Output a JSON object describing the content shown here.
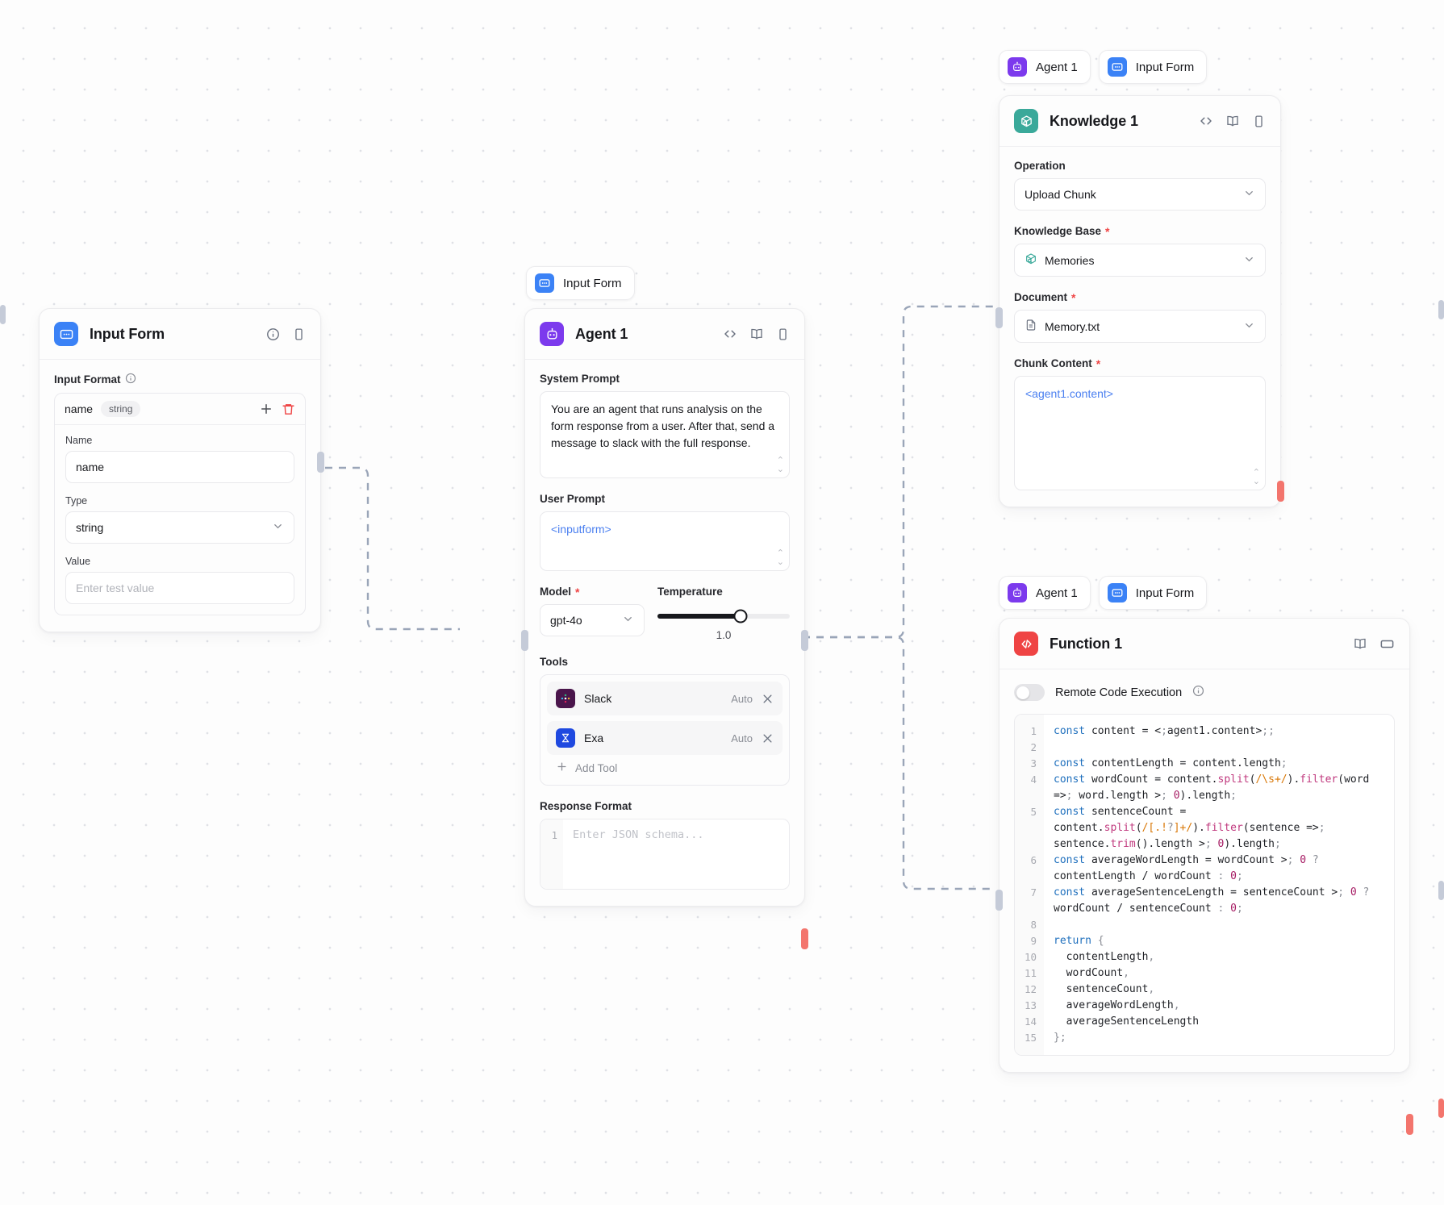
{
  "canvas": {
    "background": "#fdfdfd",
    "dot_color": "#dfe1e6"
  },
  "nodes": {
    "input_form": {
      "title": "Input Form",
      "icon": "input-form-icon",
      "icon_color": "#3b82f6",
      "header_actions": [
        "info-icon",
        "panel-icon"
      ],
      "section_label": "Input Format",
      "format_row": {
        "name": "name",
        "type_pill": "string"
      },
      "fields": [
        {
          "label": "Name",
          "value": "name",
          "kind": "text"
        },
        {
          "label": "Type",
          "value": "string",
          "kind": "select"
        },
        {
          "label": "Value",
          "value": "",
          "placeholder": "Enter test value",
          "kind": "text"
        }
      ],
      "actions": {
        "add": "+",
        "delete": "trash"
      }
    },
    "agent": {
      "chip": {
        "label": "Input Form",
        "icon": "input-form-icon",
        "icon_color": "#3b82f6"
      },
      "title": "Agent 1",
      "icon": "agent-icon",
      "icon_color": "#7c3aed",
      "header_actions": [
        "code-icon",
        "book-icon",
        "panel-icon"
      ],
      "system_prompt_label": "System Prompt",
      "system_prompt": "You are an agent that runs analysis on the form response from a user. After that, send a message to slack with the full response.",
      "user_prompt_label": "User Prompt",
      "user_prompt": "<inputform>",
      "model_label": "Model",
      "model_required": "*",
      "model_value": "gpt-4o",
      "temperature_label": "Temperature",
      "temperature_value": "1.0",
      "temperature_percent": 63,
      "tools_label": "Tools",
      "tools": [
        {
          "name": "Slack",
          "mode": "Auto",
          "icon": "slack-icon"
        },
        {
          "name": "Exa",
          "mode": "Auto",
          "icon": "exa-icon"
        }
      ],
      "add_tool_label": "Add Tool",
      "response_format_label": "Response Format",
      "response_format_placeholder": "Enter JSON schema...",
      "response_format_line_numbers": [
        "1"
      ]
    },
    "knowledge": {
      "chips": [
        {
          "label": "Agent 1",
          "icon": "agent-icon",
          "icon_color": "#7c3aed"
        },
        {
          "label": "Input Form",
          "icon": "input-form-icon",
          "icon_color": "#3b82f6"
        }
      ],
      "title": "Knowledge 1",
      "icon": "knowledge-icon",
      "icon_color": "#3aa99a",
      "header_actions": [
        "code-icon",
        "book-icon",
        "panel-icon"
      ],
      "operation_label": "Operation",
      "operation_value": "Upload Chunk",
      "knowledge_base_label": "Knowledge Base",
      "knowledge_base_required": "*",
      "knowledge_base_value": "Memories",
      "document_label": "Document",
      "document_required": "*",
      "document_value": "Memory.txt",
      "chunk_content_label": "Chunk Content",
      "chunk_content_required": "*",
      "chunk_content_value": "<agent1.content>"
    },
    "function": {
      "chips": [
        {
          "label": "Agent 1",
          "icon": "agent-icon",
          "icon_color": "#7c3aed"
        },
        {
          "label": "Input Form",
          "icon": "input-form-icon",
          "icon_color": "#3b82f6"
        }
      ],
      "title": "Function 1",
      "icon": "function-icon",
      "icon_color": "#ef4444",
      "header_actions": [
        "book-icon",
        "maximize-icon"
      ],
      "toggle_label": "Remote Code Execution",
      "toggle_on": false,
      "line_numbers": [
        "1",
        "2",
        "3",
        "4",
        "5",
        "6",
        "7",
        "8",
        "9",
        "10",
        "11",
        "12",
        "13",
        "14",
        "15"
      ],
      "code_lines": [
        "const content = <agent1.content>;",
        "",
        "const contentLength = content.length;",
        "const wordCount = content.split(/\\s+/).filter(word => word.length > 0).length;",
        "const sentenceCount = content.split(/[.!?]+/).filter(sentence => sentence.trim().length > 0).length;",
        "const averageWordLength = wordCount > 0 ? contentLength / wordCount : 0;",
        "const averageSentenceLength = sentenceCount > 0 ? wordCount / sentenceCount : 0;",
        "",
        "return {",
        "  contentLength,",
        "  wordCount,",
        "  sentenceCount,",
        "  averageWordLength,",
        "  averageSentenceLength",
        "};"
      ]
    }
  }
}
